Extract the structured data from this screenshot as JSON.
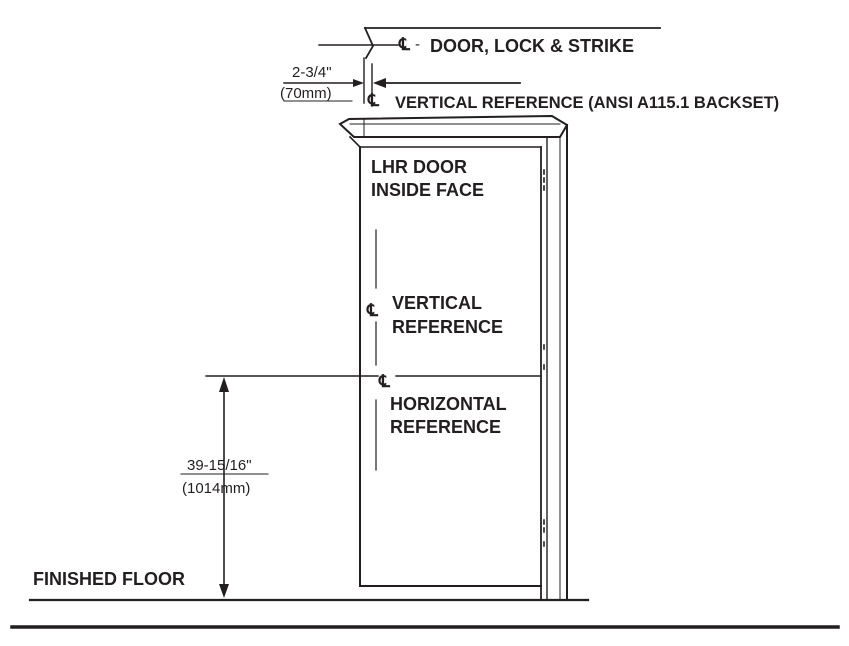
{
  "diagram": {
    "colors": {
      "ink": "#231f20",
      "background": "#ffffff"
    },
    "centerline_symbol": "℄",
    "labels": {
      "door_lock_strike": "DOOR, LOCK & STRIKE",
      "vertical_reference_ansi": "VERTICAL REFERENCE (ANSI A115.1 BACKSET)",
      "lhr_door_line1": "LHR DOOR",
      "lhr_door_line2": "INSIDE FACE",
      "vertical_reference_line1": "VERTICAL",
      "vertical_reference_line2": "REFERENCE",
      "horizontal_reference_line1": "HORIZONTAL",
      "horizontal_reference_line2": "REFERENCE",
      "finished_floor": "FINISHED FLOOR"
    },
    "dimensions": {
      "backset_imperial": "2-3/4\"",
      "backset_metric": "(70mm)",
      "height_imperial": "39-15/16\"",
      "height_metric": "(1014mm)"
    }
  }
}
